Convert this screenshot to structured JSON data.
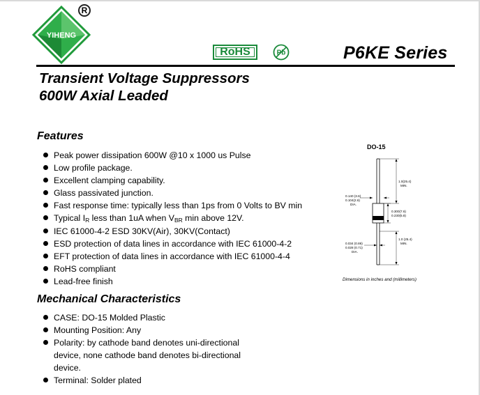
{
  "header": {
    "brand": "YIHENG",
    "registered": "R",
    "rohs": "RoHS",
    "pb": "Pb",
    "series": "P6KE  Series"
  },
  "title": {
    "line1": "Transient Voltage Suppressors",
    "line2": "600W Axial Leaded"
  },
  "features": {
    "heading": "Features",
    "items": [
      "Peak power dissipation 600W @10 x 1000 us Pulse",
      "Low profile package.",
      "Excellent clamping capability.",
      "Glass passivated junction.",
      "Fast response time: typically less than 1ps from 0 Volts to BV min"
    ],
    "ir_item": {
      "pre": "Typical I",
      "sub1": "R",
      "mid": " less than 1uA when V",
      "sub2": "BR",
      "post": " min above 12V."
    },
    "items2": [
      "IEC 61000-4-2 ESD 30KV(Air), 30KV(Contact)",
      "ESD protection of data lines in accordance with IEC 61000-4-2",
      "EFT protection of data lines in accordance with IEC 61000-4-4",
      "RoHS compliant",
      "Lead-free finish"
    ]
  },
  "mechanical": {
    "heading": "Mechanical Characteristics",
    "items": [
      "CASE: DO-15 Molded Plastic",
      "Mounting Position: Any",
      "Polarity: by cathode band denotes uni-directional device, none cathode band denotes bi-directional device.",
      "Terminal: Solder plated"
    ]
  },
  "diagram": {
    "title": "DO-15",
    "caption": "Dimensions in inches and (millimeters)",
    "dims": {
      "lead_top": "1.0(25.4)",
      "lead_top_min": "MIN.",
      "body_dia_max": "0.140 (3.6)",
      "body_dia_min": "0.104(2.6)",
      "body_dia_lbl": "DIA.",
      "body_len_max": "0.300(7.6)",
      "body_len_min": "0.230(5.8)",
      "lead_dia_max": "0.034 (0.86)",
      "lead_dia_min": "0.028 (0.71)",
      "lead_dia_lbl": "DIA.",
      "lead_bot": "1.0 (25.4)",
      "lead_bot_min": "MIN."
    }
  }
}
